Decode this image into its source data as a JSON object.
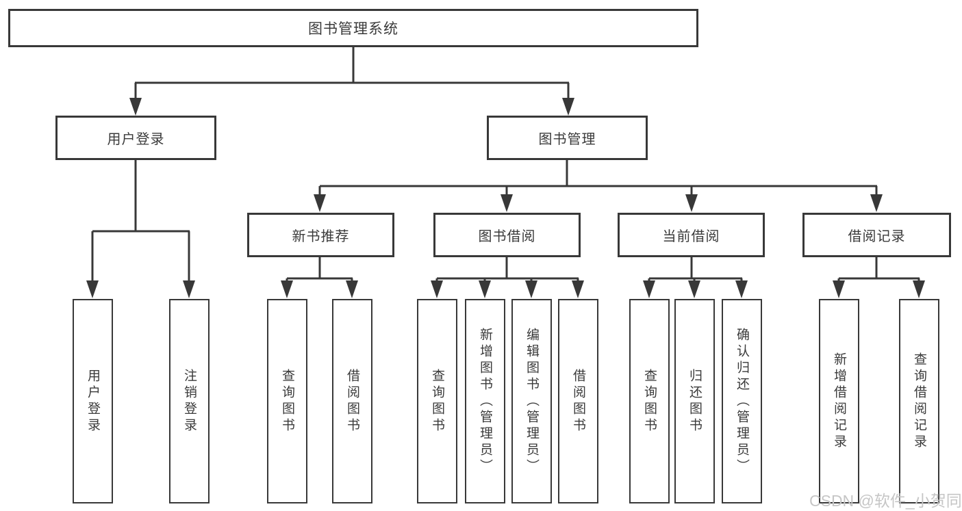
{
  "diagram": {
    "root": {
      "label": "图书管理系统"
    },
    "branches": [
      {
        "label": "用户登录",
        "children": [
          {
            "label": "用户登录"
          },
          {
            "label": "注销登录"
          }
        ]
      },
      {
        "label": "图书管理",
        "sections": [
          {
            "label": "新书推荐",
            "children": [
              {
                "label": "查询图书"
              },
              {
                "label": "借阅图书"
              }
            ]
          },
          {
            "label": "图书借阅",
            "children": [
              {
                "label": "查询图书"
              },
              {
                "label": "新增图书（管理员）"
              },
              {
                "label": "编辑图书（管理员）"
              },
              {
                "label": "借阅图书"
              }
            ]
          },
          {
            "label": "当前借阅",
            "children": [
              {
                "label": "查询图书"
              },
              {
                "label": "归还图书"
              },
              {
                "label": "确认归还（管理员）"
              }
            ]
          },
          {
            "label": "借阅记录",
            "children": [
              {
                "label": "新增借阅记录"
              },
              {
                "label": "查询借阅记录"
              }
            ]
          }
        ]
      }
    ],
    "watermark": "CSDN @软件_小贺同学",
    "colors": {
      "line": "#383838",
      "text": "#3a3a3a",
      "background": "#ffffff",
      "watermark": "#c6c6c6"
    }
  }
}
